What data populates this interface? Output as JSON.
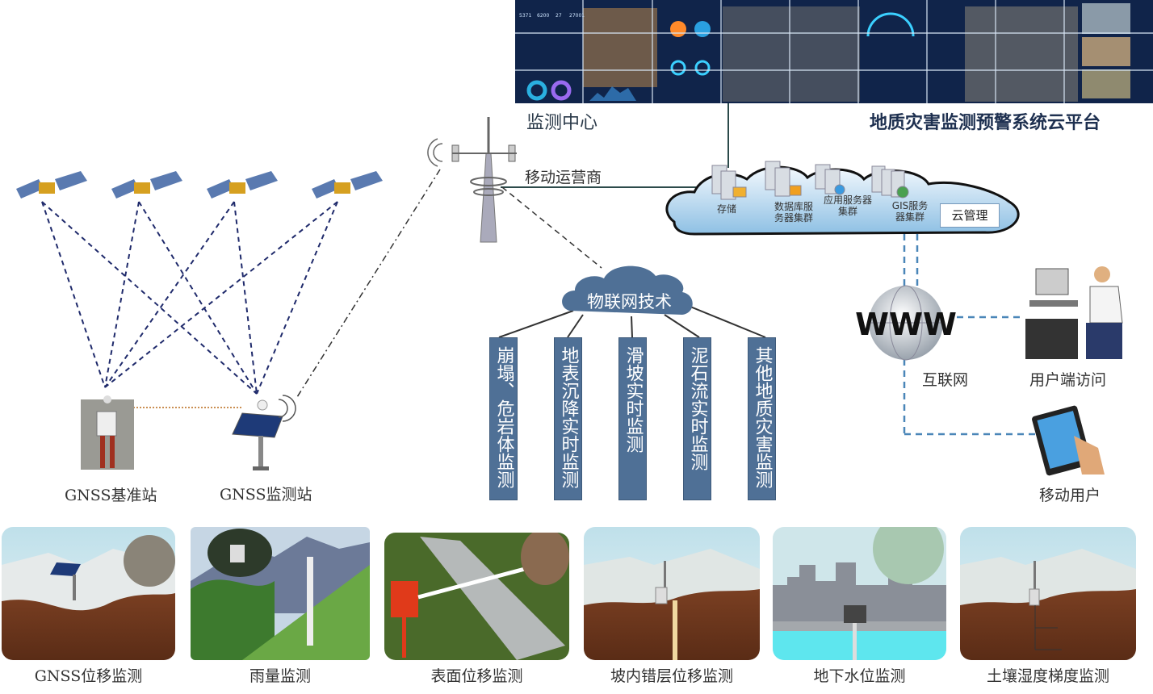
{
  "platform": {
    "title": "地质灾害监测预警系统云平台",
    "monitor_center": "监测中心",
    "dashboard_stats": [
      "5371",
      "6200",
      "27",
      "27001"
    ]
  },
  "network": {
    "mobile_operator": "移动运营商",
    "internet": "互联网",
    "user_access": "用户端访问",
    "mobile_user": "移动用户"
  },
  "cloud": {
    "storage": "存储",
    "db_cluster": "数据库服务器集群",
    "app_cluster": "应用服务器集群",
    "gis_cluster": "GIS服务器集群",
    "management": "云管理"
  },
  "gnss": {
    "base_station": "GNSS基准站",
    "monitor_station": "GNSS监测站"
  },
  "iot": {
    "title": "物联网技术",
    "items": [
      "崩塌、危岩体监测",
      "地表沉降实时监测",
      "滑坡实时监测",
      "泥石流实时监测",
      "其他地质灾害监测"
    ]
  },
  "monitoring_types": [
    "GNSS位移监测",
    "雨量监测",
    "表面位移监测",
    "坡内错层位移监测",
    "地下水位监测",
    "土壤湿度梯度监测"
  ],
  "colors": {
    "box": "#4f7096",
    "dash": "#1f2a6b",
    "link": "#4a86b8",
    "dashboard": "#10244a"
  }
}
